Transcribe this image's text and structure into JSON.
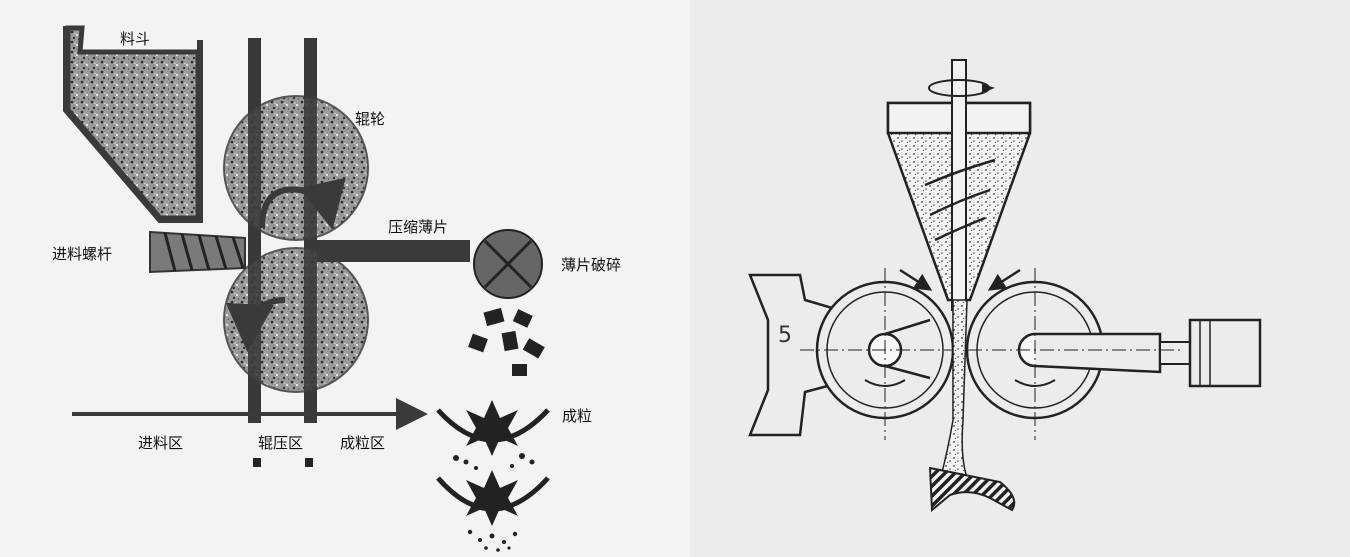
{
  "left_diagram": {
    "labels": {
      "hopper": "料斗",
      "roller": "辊轮",
      "compressed_sheet": "压缩薄片",
      "feed_screw": "进料螺杆",
      "sheet_crushing": "薄片破碎",
      "granulation": "成粒",
      "feed_zone": "进料区",
      "roll_press_zone": "辊压区",
      "granulation_zone": "成粒区"
    }
  },
  "right_diagram": {
    "roll_number": "5"
  }
}
